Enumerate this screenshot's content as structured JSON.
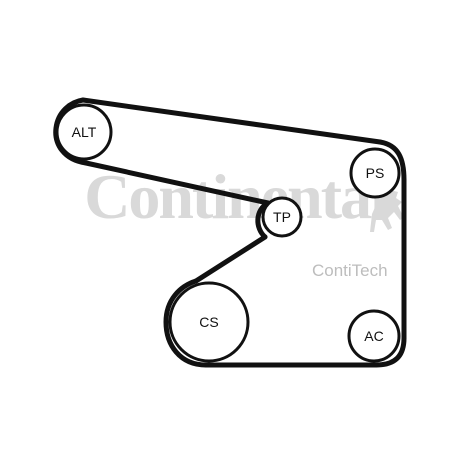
{
  "watermark": {
    "brand": "Continental",
    "sub_brand": "ContiTech",
    "color": "#d9d9d9"
  },
  "belt": {
    "stroke_color": "#111111"
  },
  "pulleys": [
    {
      "id": "alt",
      "label": "ALT"
    },
    {
      "id": "ps",
      "label": "PS"
    },
    {
      "id": "tp",
      "label": "TP"
    },
    {
      "id": "cs",
      "label": "CS"
    },
    {
      "id": "ac",
      "label": "AC"
    }
  ]
}
